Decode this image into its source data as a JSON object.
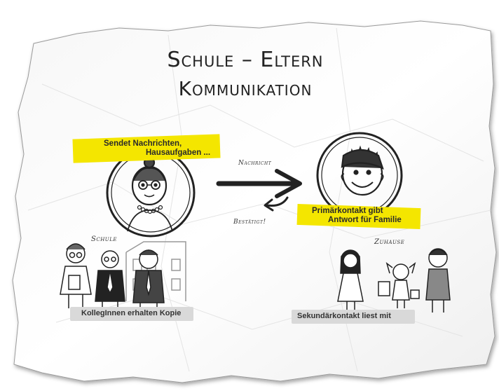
{
  "title": {
    "line1": "Schule – Eltern",
    "line2": "Kommunikation"
  },
  "teacher_bubble": {
    "line1": "Sendet Nachrichten,",
    "line2": "Hausaufgaben ..."
  },
  "arrow_labels": {
    "forward": "Nachricht",
    "back": "Bestätigt!"
  },
  "parent_bubble": {
    "line1": "Primärkontakt gibt",
    "line2": "Antwort für Familie"
  },
  "labels": {
    "school": "Schule",
    "home": "Zuhause"
  },
  "captions": {
    "colleagues": "KollegInnen erhalten Kopie",
    "secondary": "Sekundärkontakt liest mit"
  },
  "colors": {
    "highlight": "#f4e600",
    "caption_bg": "#d9d9d9",
    "ink": "#222222"
  }
}
